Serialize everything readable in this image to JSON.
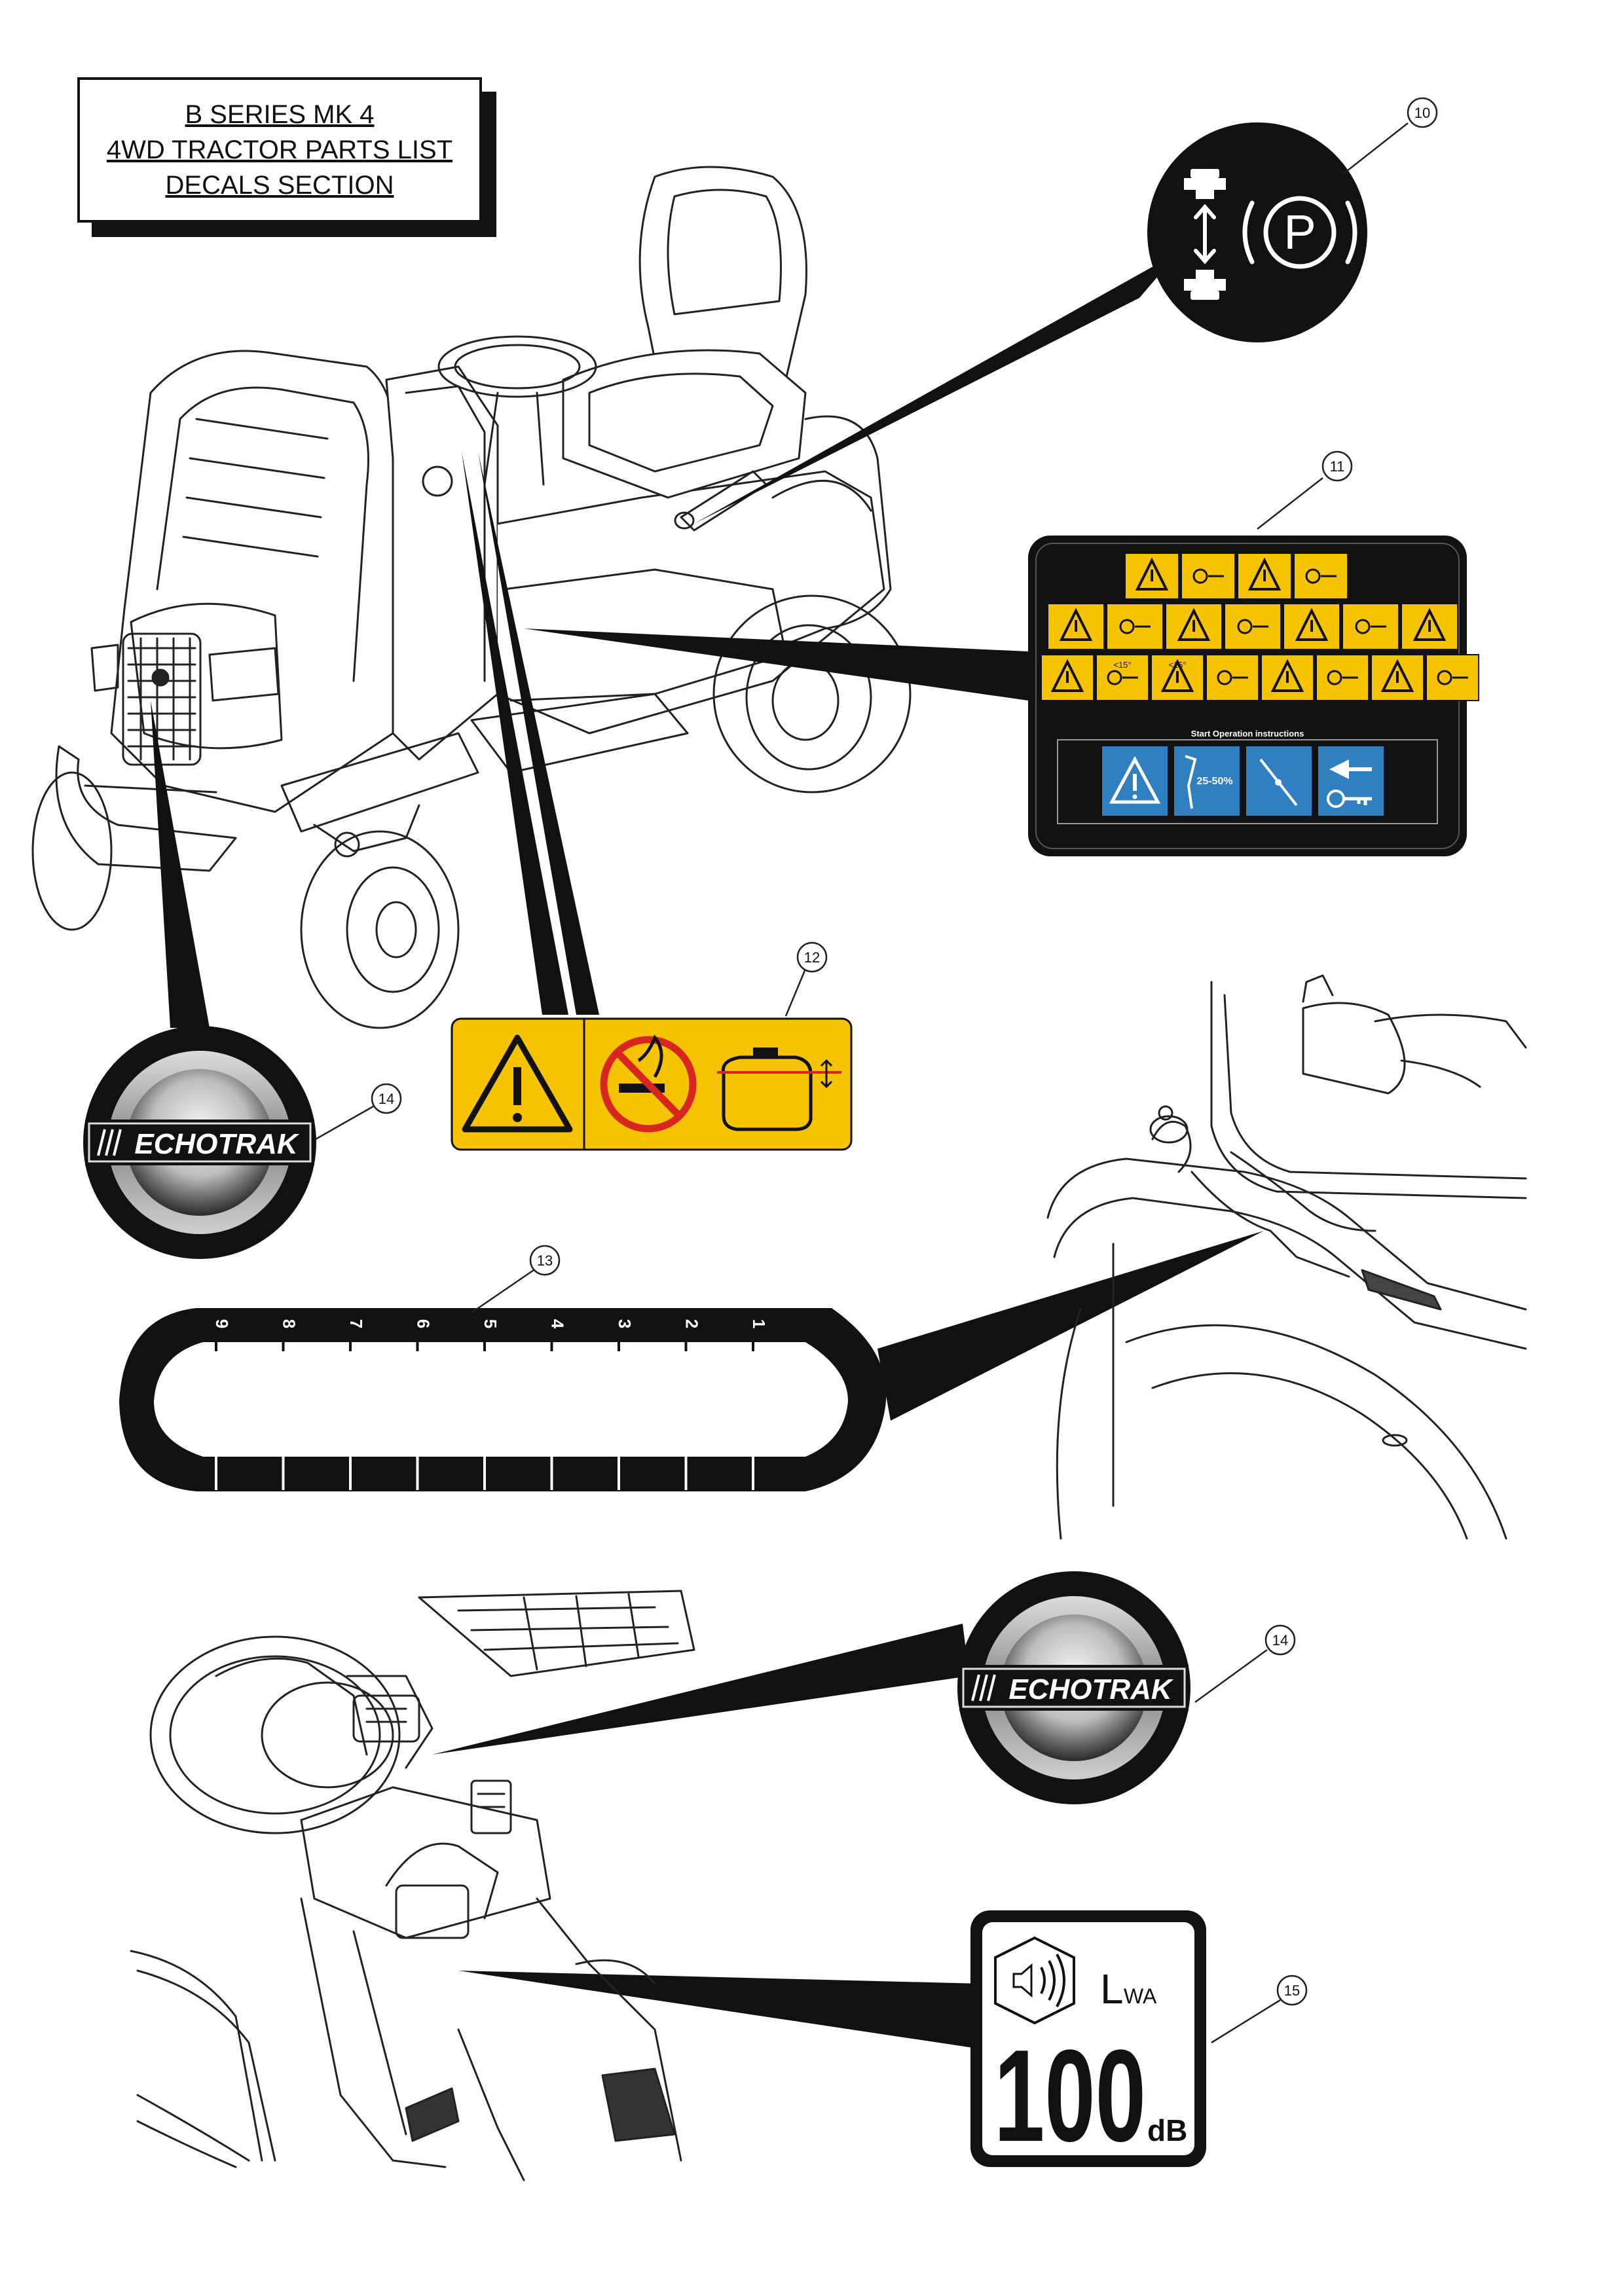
{
  "title": {
    "line1": "B SERIES MK 4",
    "line2": "4WD TRACTOR PARTS LIST",
    "line3": "DECALS SECTION"
  },
  "callouts": [
    {
      "number": "10",
      "part": "parking-brake-decal"
    },
    {
      "number": "11",
      "part": "safety-instructions-decal"
    },
    {
      "number": "12",
      "part": "fuel-tank-warning-decal"
    },
    {
      "number": "13",
      "part": "height-scale-decal"
    },
    {
      "number": "14",
      "part": "echotrak-badge-front"
    },
    {
      "number": "14",
      "part": "echotrak-badge-steering"
    },
    {
      "number": "15",
      "part": "noise-level-decal"
    }
  ],
  "decal11": {
    "instructions_title": "Start Operation instructions",
    "warning_labels": [
      "<15°",
      "<15°"
    ],
    "blue_label": "25-50%"
  },
  "decal10": {
    "symbol": "P"
  },
  "decal13": {
    "scale": [
      "1",
      "2",
      "3",
      "4",
      "5",
      "6",
      "7",
      "8",
      "9"
    ]
  },
  "badge": {
    "brand": "ECHOTRAK"
  },
  "decal15": {
    "lwa_main": "L",
    "lwa_sub": "WA",
    "value": "100",
    "unit": "dB"
  },
  "colors": {
    "safety_yellow": "#f5c300",
    "decal_black": "#111111",
    "instruction_blue": "#2f7fc1",
    "prohibition_red": "#d7261e"
  }
}
